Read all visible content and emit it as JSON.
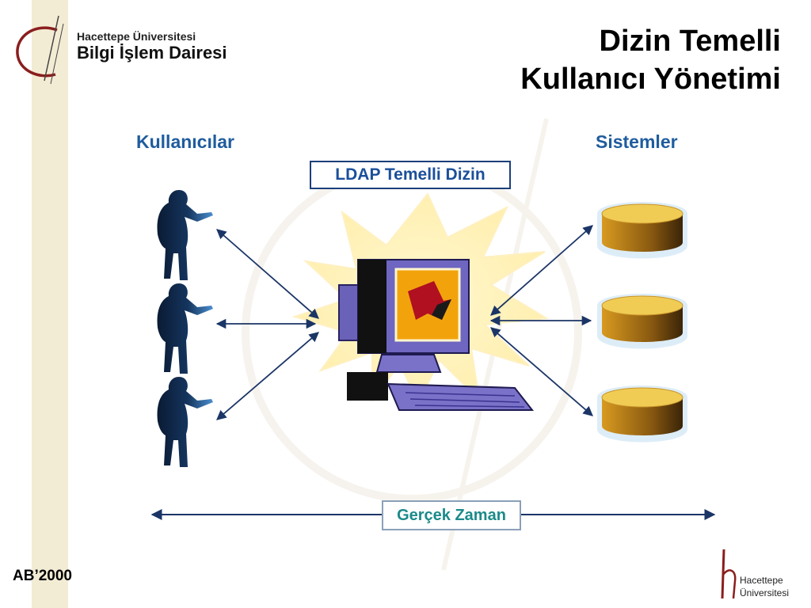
{
  "header": {
    "brand_line1": "Hacettepe Üniversitesi",
    "brand_line2": "Bilgi İşlem Dairesi",
    "title_line1": "Dizin Temelli",
    "title_line2": "Kullanıcı Yönetimi"
  },
  "diagram": {
    "left_label": "Kullanıcılar",
    "right_label": "Sistemler",
    "center_label": "LDAP Temelli Dizin",
    "bottom_label": "Gerçek Zaman"
  },
  "footer": {
    "left_text": "AB’2000",
    "logo_line1": "Hacettepe",
    "logo_line2": "Üniversitesi"
  },
  "colors": {
    "label_blue": "#1f5c9e",
    "arrow_navy": "#1b3566",
    "db_gold": "#e6b640",
    "glow": "#fff2b8"
  },
  "icons": {
    "users": "person-silhouette-icon",
    "systems": "database-cylinder-icon",
    "directory": "computer-icon"
  }
}
